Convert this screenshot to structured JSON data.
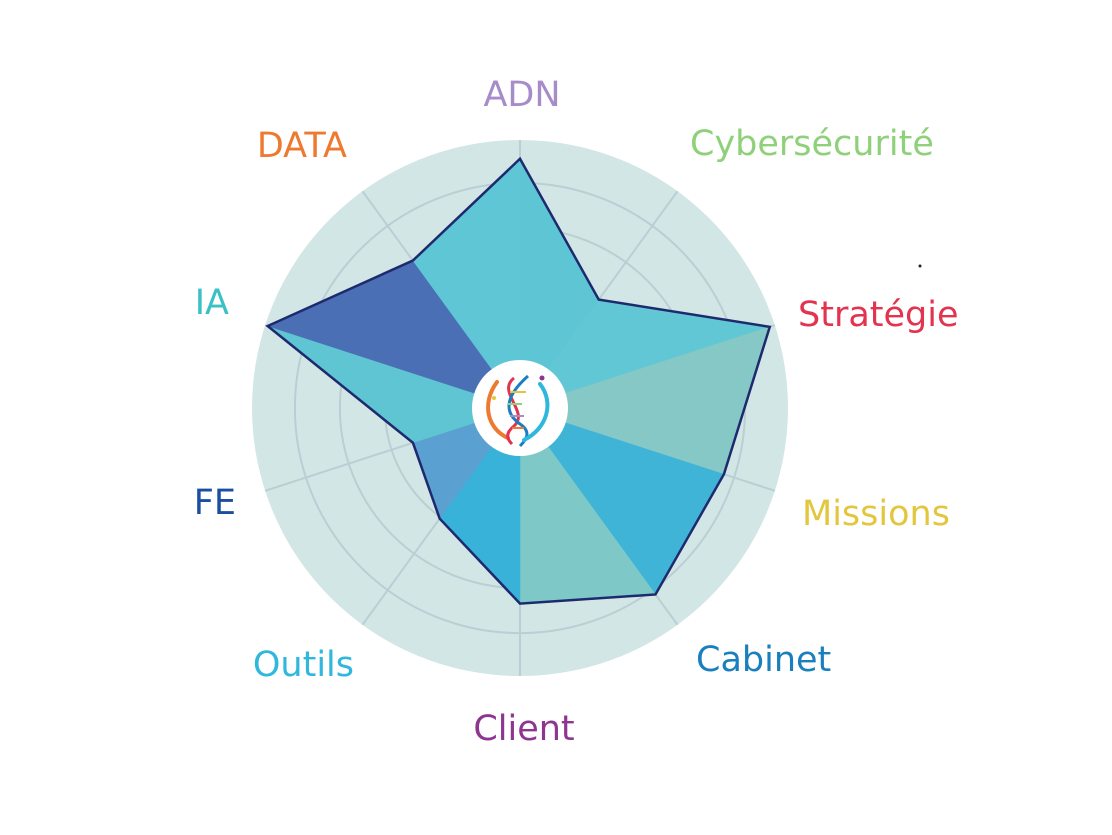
{
  "chart_data": {
    "type": "radar",
    "title": "",
    "scale_max": 100,
    "rings": [
      20,
      40,
      60,
      80,
      100
    ],
    "grid": true,
    "background_color": "#d2e6e6",
    "fill_color": "#5fc6d4",
    "outline_color": "#1e2a6e",
    "axes": [
      {
        "label": "ADN",
        "color": "#a68cc8",
        "value": 93
      },
      {
        "label": "Cybersécurité",
        "color": "#8fd17b",
        "value": 50
      },
      {
        "label": "Stratégie",
        "color": "#e2334f",
        "value": 98
      },
      {
        "label": "Missions",
        "color": "#e3c63e",
        "value": 80
      },
      {
        "label": "Cabinet",
        "color": "#1a7fbe",
        "value": 86
      },
      {
        "label": "Client",
        "color": "#8e3491",
        "value": 73
      },
      {
        "label": "Outils",
        "color": "#30b7de",
        "value": 51
      },
      {
        "label": "FE",
        "color": "#1b4ea0",
        "value": 42
      },
      {
        "label": "IA",
        "color": "#3bc1c5",
        "value": 99
      },
      {
        "label": "DATA",
        "color": "#ee7a32",
        "value": 68
      }
    ]
  },
  "center_logo": {
    "icon": "dna-helix-icon"
  }
}
